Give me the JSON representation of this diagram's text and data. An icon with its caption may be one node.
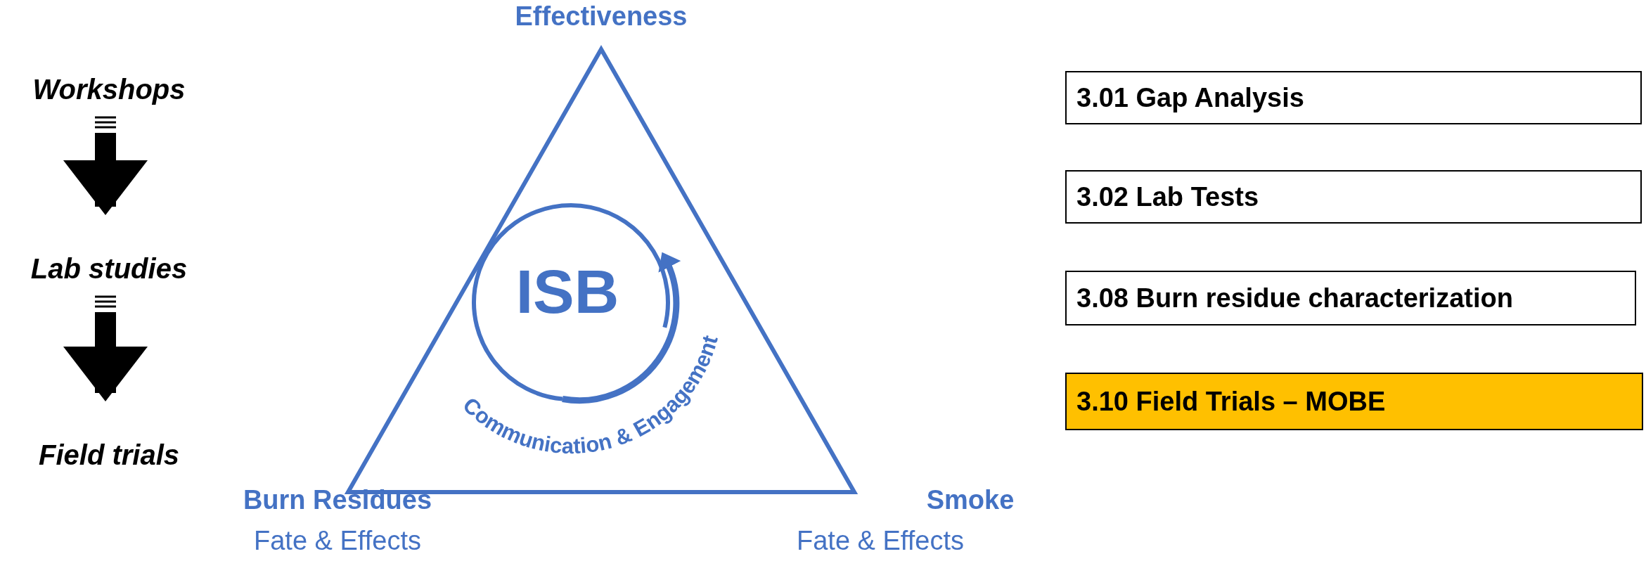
{
  "diagram": {
    "nodes": [
      {
        "text": [
          "Workshops"
        ]
      },
      {
        "text": [
          "Lab studies"
        ]
      },
      {
        "text": [
          "Field trials"
        ]
      },
      {
        "text": [
          "ISB",
          "Communication & Engagement"
        ],
        "beside": [
          "Effectiveness",
          "Burn Residues",
          "Fate & Effects",
          "Smoke",
          "Fate & Effects"
        ]
      },
      {
        "text": [
          "3.01 Gap Analysis"
        ]
      },
      {
        "text": [
          "3.02 Lab Tests"
        ]
      },
      {
        "text": [
          "3.08 Burn residue characterization"
        ]
      },
      {
        "text": [
          "3.10 Field Trials – MOBE"
        ]
      }
    ],
    "edges": [
      {
        "from": 0,
        "to": 1,
        "arrow": "to"
      },
      {
        "from": 1,
        "to": 2,
        "arrow": "to"
      }
    ]
  }
}
